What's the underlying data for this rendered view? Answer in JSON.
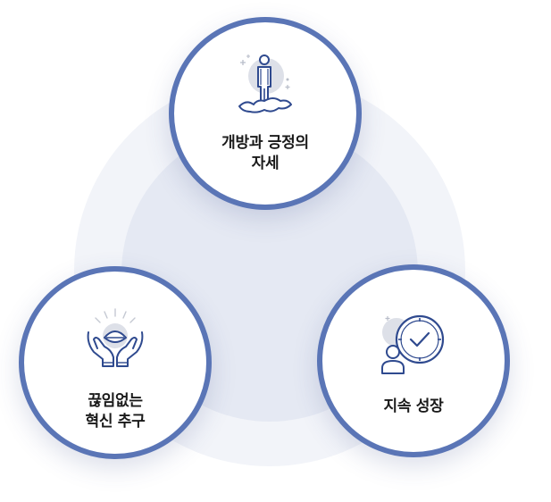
{
  "palette": {
    "ring_border": "#5a75b6",
    "background_outer": "#f2f4f9",
    "background_inner": "#e5e9f3",
    "icon_stroke": "#2f4a8f",
    "icon_fill_light": "#d9dde6"
  },
  "nodes": [
    {
      "id": "top",
      "icon": "person-standing-icon",
      "line1": "개방과 긍정의",
      "line2": "자세"
    },
    {
      "id": "left",
      "icon": "hands-holding-leaf-icon",
      "line1": "끊임없는",
      "line2": "혁신 추구"
    },
    {
      "id": "right",
      "icon": "person-clock-icon",
      "line1": "지속 성장",
      "line2": ""
    }
  ]
}
